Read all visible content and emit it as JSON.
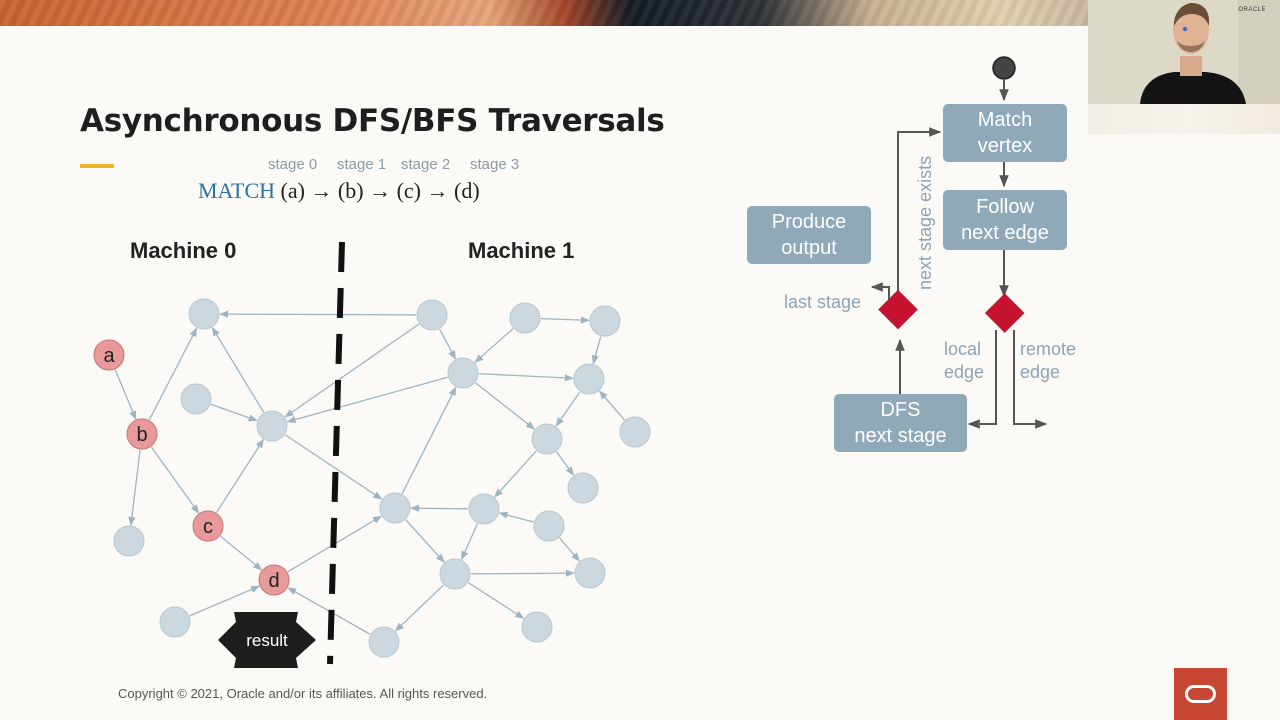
{
  "slide": {
    "title": "Asynchronous DFS/BFS Traversals",
    "stages": [
      "stage 0",
      "stage 1",
      "stage 2",
      "stage 3"
    ],
    "query": {
      "keyword": "MATCH",
      "pattern": "(a) → (b) → (c) → (d)"
    },
    "machines": [
      "Machine 0",
      "Machine 1"
    ],
    "graph": {
      "highlighted_vertices": [
        "a",
        "b",
        "c",
        "d"
      ],
      "result_label": "result",
      "vertex_color": "#ccd8df",
      "highlight_color": "#e89a9a",
      "edge_color": "#9fb4c1"
    },
    "flowchart": {
      "boxes": {
        "match_vertex": "Match\nvertex",
        "follow_next_edge": "Follow\nnext edge",
        "produce_output": "Produce\noutput",
        "dfs_next_stage": "DFS\nnext stage"
      },
      "labels": {
        "next_stage_exists": "next stage exists",
        "last_stage": "last stage",
        "local_edge": "local\nedge",
        "remote_edge": "remote\nedge"
      },
      "box_color": "#8fa9b9",
      "decision_color": "#c4122f"
    },
    "copyright": "Copyright © 2021, Oracle and/or its affiliates. All rights reserved.",
    "brand_color": "#c74634"
  },
  "webcam": {
    "tag": "ORACLE"
  }
}
